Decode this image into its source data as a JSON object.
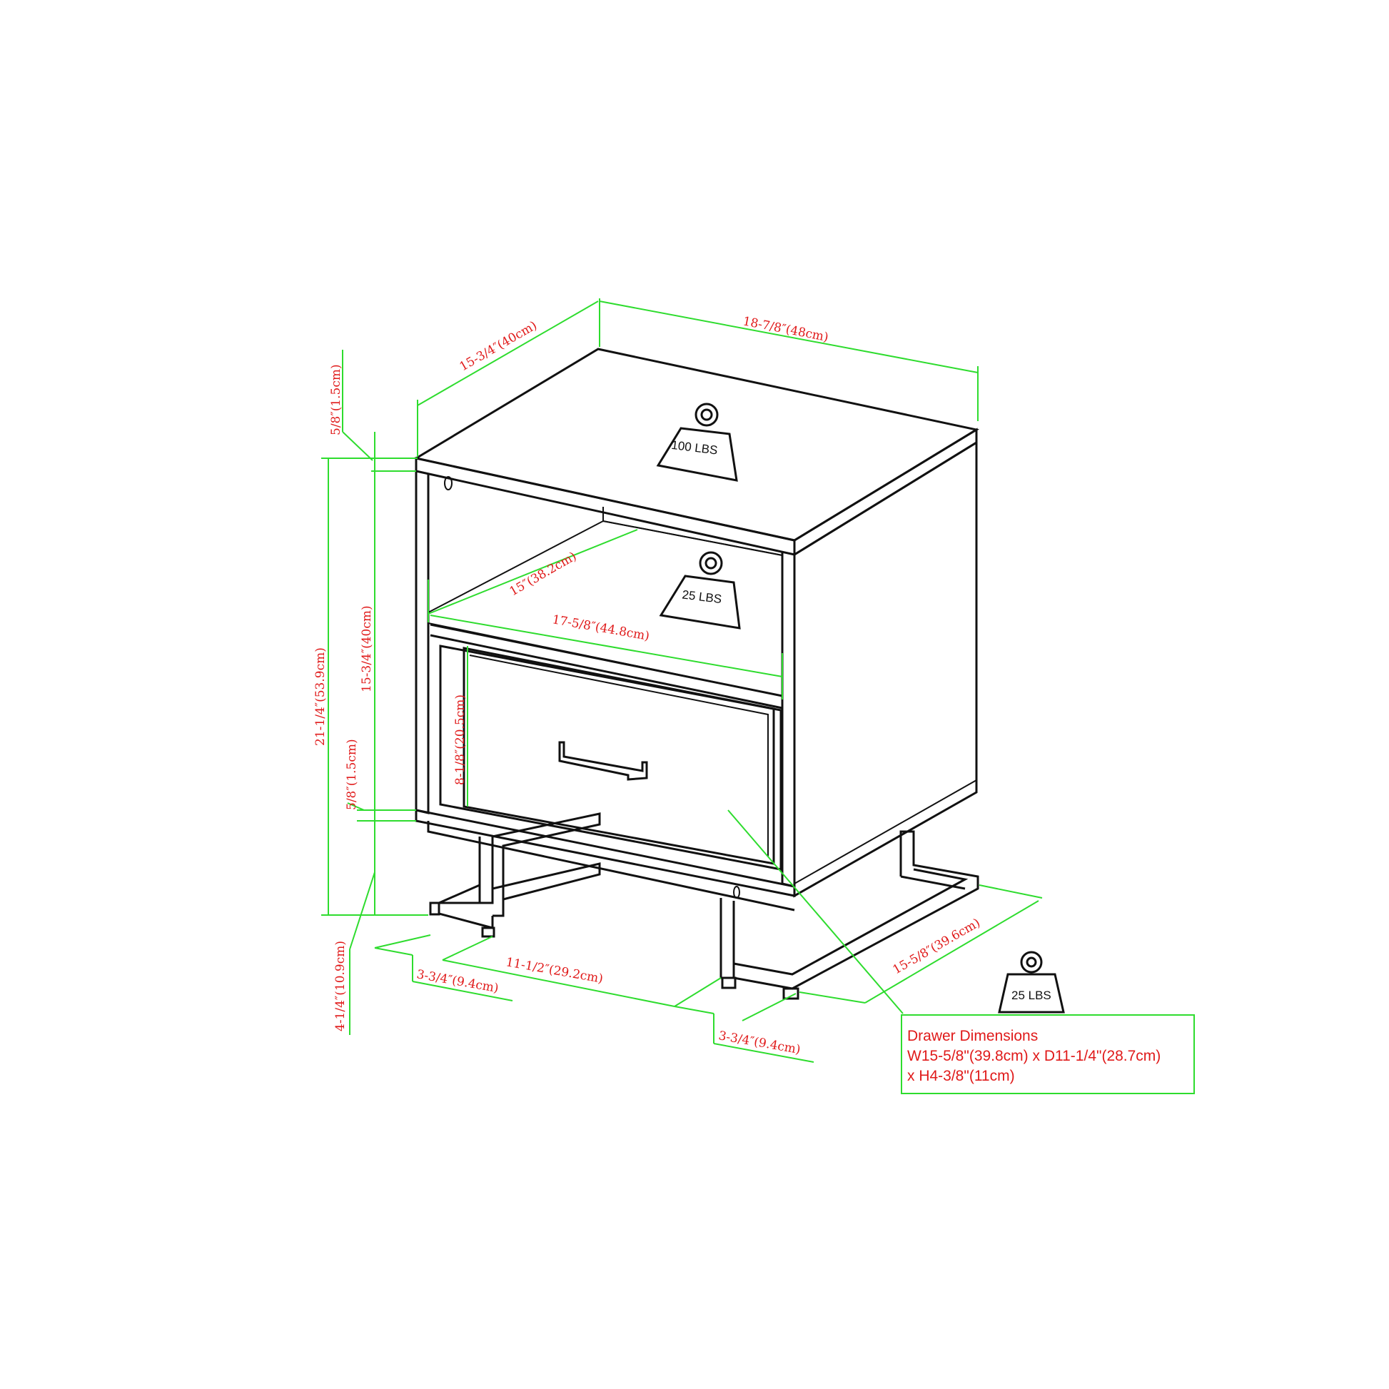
{
  "dimensions": {
    "overall_width": "18-7/8″(48cm)",
    "overall_depth": "15-3/4″(40cm)",
    "top_thickness": "5/8″(1.5cm)",
    "overall_height": "21-1/4″(53.9cm)",
    "cabinet_height": "15-3/4″(40cm)",
    "bottom_thickness": "5/8″(1.5cm)",
    "leg_height": "4-1/4″(10.9cm)",
    "shelf_depth": "15″(38.2cm)",
    "shelf_width": "17-5/8″(44.8cm)",
    "drawer_height": "8-1/8″(20.5cm)",
    "leg_front_left": "3-3/4″(9.4cm)",
    "leg_span": "11-1/2″(29.2cm)",
    "leg_front_right": "3-3/4″(9.4cm)",
    "base_depth": "15-5/8″(39.6cm)"
  },
  "weights": {
    "top": "100 LBS",
    "shelf": "25 LBS",
    "drawer": "25 LBS"
  },
  "drawer_box": {
    "title": "Drawer Dimensions",
    "line1": "W15-5/8\"(39.8cm) x D11-1/4\"(28.7cm)",
    "line2": "x H4-3/8\"(11cm)"
  },
  "colors": {
    "dimension_line": "#2edc2e",
    "dimension_text": "#e01a1a",
    "outline": "#111111"
  }
}
